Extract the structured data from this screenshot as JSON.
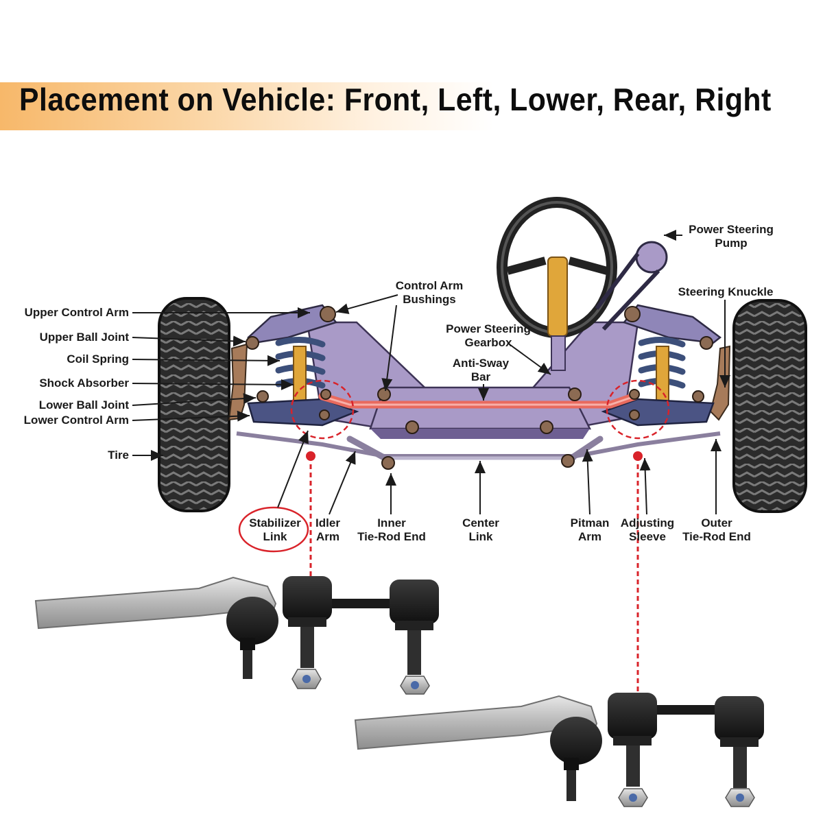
{
  "headline": "Placement on Vehicle: Front, Left, Lower, Rear, Right",
  "labels_left": {
    "upper_control_arm": "Upper Control Arm",
    "upper_ball_joint": "Upper Ball Joint",
    "coil_spring": "Coil Spring",
    "shock_absorber": "Shock Absorber",
    "lower_ball_joint": "Lower Ball Joint",
    "lower_control_arm": "Lower Control Arm",
    "tire": "Tire"
  },
  "labels_top": {
    "control_arm_bushings_1": "Control Arm",
    "control_arm_bushings_2": "Bushings",
    "power_steering_gearbox_1": "Power Steering",
    "power_steering_gearbox_2": "Gearbox",
    "anti_sway_bar_1": "Anti-Sway",
    "anti_sway_bar_2": "Bar",
    "power_steering_pump_1": "Power Steering",
    "power_steering_pump_2": "Pump",
    "steering_knuckle": "Steering Knuckle"
  },
  "labels_bottom": {
    "stabilizer_link_1": "Stabilizer",
    "stabilizer_link_2": "Link",
    "idler_arm_1": "Idler",
    "idler_arm_2": "Arm",
    "inner_tie_rod_1": "Inner",
    "inner_tie_rod_2": "Tie-Rod End",
    "center_link_1": "Center",
    "center_link_2": "Link",
    "pitman_arm_1": "Pitman",
    "pitman_arm_2": "Arm",
    "adjusting_sleeve_1": "Adjusting",
    "adjusting_sleeve_2": "Sleeve",
    "outer_tie_rod_1": "Outer",
    "outer_tie_rod_2": "Tie-Rod End"
  },
  "colors": {
    "frame": "#a99ac7",
    "frame_dark": "#6e5f92",
    "sway_bar": "#e86a5e",
    "highlight": "#d9232a",
    "spring": "#3c4f7a",
    "shock": "#e0a63a",
    "tire": "#2b2b2b",
    "metal": "#b9b9b9",
    "knuckle": "#a77b5a",
    "accent": "#f7b86a"
  }
}
